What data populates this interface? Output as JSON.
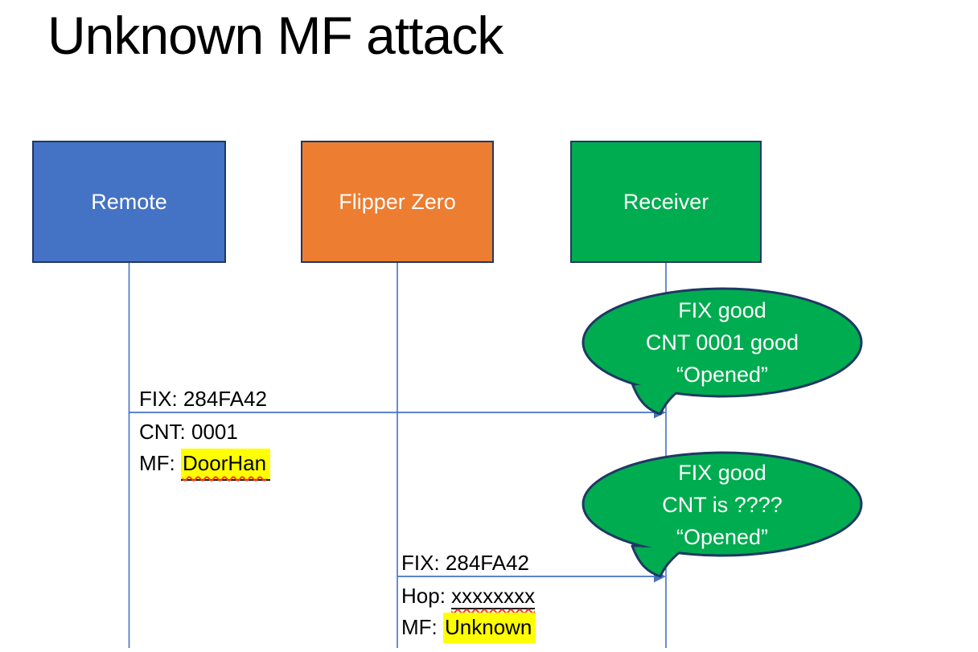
{
  "title": "Unknown MF attack",
  "colors": {
    "remote_box": "#4472C4",
    "flipper_box": "#ED7D31",
    "receiver_box": "#00AC50",
    "bubble_fill": "#00AC50",
    "shape_border": "#203864",
    "bubble_border": "#1F3864",
    "line_and_arrow": "#4472C4",
    "highlight": "#FFFF00",
    "squiggle": "#FF3A21",
    "text_dark": "#000000",
    "text_light": "#FFFFFF"
  },
  "actors": [
    {
      "label": "Remote",
      "color": "#4472C4"
    },
    {
      "label": "Flipper Zero",
      "color": "#ED7D31"
    },
    {
      "label": "Receiver",
      "color": "#00AC50"
    }
  ],
  "messages": [
    {
      "from": "Remote",
      "to": "Receiver",
      "above": "FIX: 284FA42",
      "lines": [
        {
          "prefix": "CNT: ",
          "value": "0001",
          "highlight": false,
          "underline": false,
          "squiggle": false
        },
        {
          "prefix": "MF: ",
          "value": "DoorHan",
          "highlight": true,
          "underline": true,
          "squiggle": true
        }
      ]
    },
    {
      "from": "Flipper Zero",
      "to": "Receiver",
      "above": "FIX: 284FA42",
      "lines": [
        {
          "prefix": "Hop: ",
          "value": "xxxxxxxx",
          "highlight": false,
          "underline": true,
          "squiggle": true
        },
        {
          "prefix": "MF: ",
          "value": "Unknown",
          "highlight": true,
          "underline": false,
          "squiggle": false
        }
      ]
    }
  ],
  "bubbles": [
    {
      "speaker": "Receiver",
      "lines": [
        "FIX good",
        "CNT 0001 good",
        "“Opened”"
      ]
    },
    {
      "speaker": "Receiver",
      "lines": [
        "FIX good",
        "CNT is ????",
        "“Opened”"
      ]
    }
  ]
}
